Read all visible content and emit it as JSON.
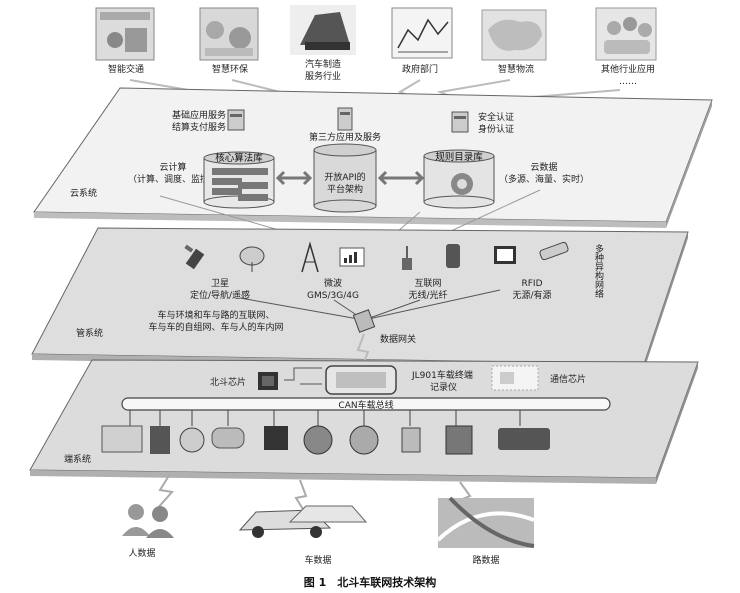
{
  "top_apps": [
    {
      "label": "智能交通"
    },
    {
      "label": "智慧环保"
    },
    {
      "label": "汽车制造",
      "label2": "服务行业"
    },
    {
      "label": "政府部门"
    },
    {
      "label": "智慧物流"
    },
    {
      "label": "其他行业应用",
      "label2": "……"
    }
  ],
  "cloud": {
    "layer_label": "云系统",
    "basic_service_1": "基础应用服务",
    "basic_service_2": "结算支付服务",
    "third_party": "第三方应用及服务",
    "security_1": "安全认证",
    "security_2": "身份认证",
    "compute_1": "云计算",
    "compute_2": "（计算、调度、监控）",
    "core_algo": "核心算法库",
    "open_api_1": "开放API的",
    "open_api_2": "平台架构",
    "rule_db": "规则目录库",
    "cloud_data_1": "云数据",
    "cloud_data_2": "（多源、海量、实时）"
  },
  "pipe": {
    "layer_label": "管系统",
    "satellite_1": "卫星",
    "satellite_2": "定位/导航/遥感",
    "microwave_1": "微波",
    "microwave_2": "GMS/3G/4G",
    "internet_1": "互联网",
    "internet_2": "无线/光纤",
    "rfid_1": "RFID",
    "rfid_2": "无源/有源",
    "hetero_net": "多种异构网络",
    "net_desc_1": "车与环境和车与路的互联网、",
    "net_desc_2": "车与车的自组网、车与人的车内网",
    "gateway": "数据网关"
  },
  "end": {
    "layer_label": "端系统",
    "beidou_chip": "北斗芯片",
    "terminal_1": "JL901车载终端",
    "terminal_2": "记录仪",
    "comm_chip": "通信芯片",
    "can_bus": "CAN车载总线"
  },
  "bottom": {
    "people_data": "人数据",
    "vehicle_data": "车数据",
    "road_data": "路数据"
  },
  "caption": "图 1　北斗车联网技术架构"
}
